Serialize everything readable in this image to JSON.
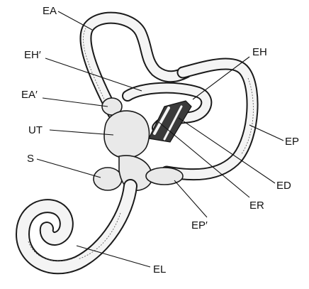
{
  "labels": {
    "ea": "EA",
    "eh_prime": "EH′",
    "ea_prime": "EA′",
    "ut": "UT",
    "s": "S",
    "eh": "EH",
    "ep": "EP",
    "ed": "ED",
    "er": "ER",
    "ep_prime": "EP′",
    "el": "EL"
  }
}
